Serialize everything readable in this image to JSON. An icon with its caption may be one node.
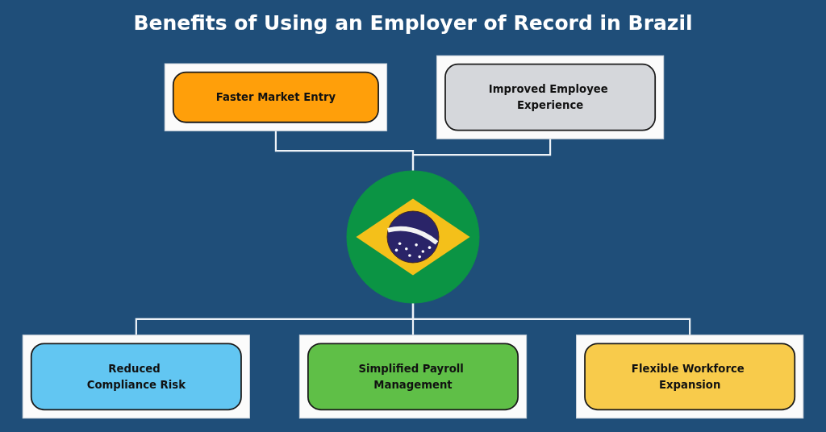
{
  "diagram": {
    "title": "Benefits of Using an Employer of Record in Brazil",
    "nodes": [
      {
        "text": [
          "Faster Market Entry"
        ]
      },
      {
        "text": [],
        "shape": "picture"
      },
      {
        "text": [
          "Improved Employee Experience"
        ]
      },
      {
        "text": [
          "Reduced Compliance Risk"
        ]
      },
      {
        "text": [
          "Simplified Payroll Management"
        ]
      },
      {
        "text": [
          "Flexible Workforce Expansion"
        ]
      }
    ],
    "edges": [
      {
        "from": 0,
        "to": 1,
        "arrow": "none"
      },
      {
        "from": 2,
        "to": 1,
        "arrow": "none"
      },
      {
        "from": 1,
        "to": 3,
        "arrow": "none"
      },
      {
        "from": 1,
        "to": 4,
        "arrow": "none"
      },
      {
        "from": 1,
        "to": 5,
        "arrow": "none"
      }
    ]
  }
}
